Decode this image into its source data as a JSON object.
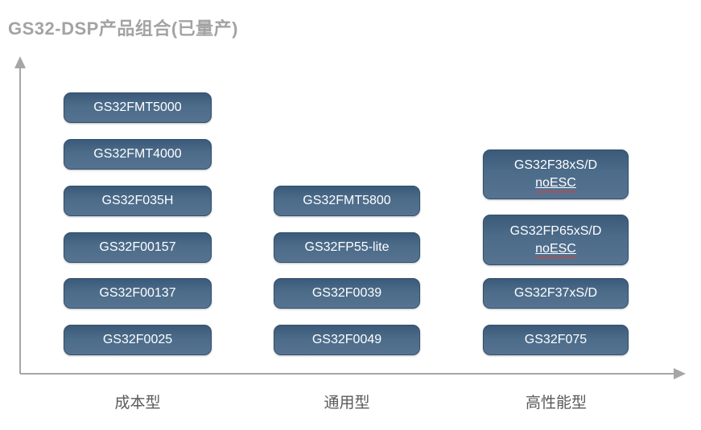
{
  "title": "GS32-DSP产品组合(已量产)",
  "colors": {
    "title_text": "#a3a3a3",
    "axis": "#a6a6a6",
    "box_gradient_top": "#3b5a79",
    "box_gradient_bottom": "#567391",
    "box_border": "#31506c",
    "box_text": "#ffffff",
    "category_text": "#5a5a5a",
    "spellcheck_wave": "#e03c31"
  },
  "columns": [
    {
      "label": "成本型",
      "boxes": [
        {
          "line1": "GS32FMT5000"
        },
        {
          "line1": "GS32FMT4000"
        },
        {
          "line1": "GS32F035H"
        },
        {
          "line1": "GS32F00157"
        },
        {
          "line1": "GS32F00137"
        },
        {
          "line1": "GS32F0025"
        }
      ]
    },
    {
      "label": "通用型",
      "boxes": [
        {
          "line1": "GS32FMT5800"
        },
        {
          "line1": "GS32FP55-lite"
        },
        {
          "line1": "GS32F0039"
        },
        {
          "line1": "GS32F0049"
        }
      ]
    },
    {
      "label": "高性能型",
      "boxes": [
        {
          "line1": "GS32F38xS/D",
          "line2": "noESC"
        },
        {
          "line1": "GS32FP65xS/D",
          "line2": "noESC"
        },
        {
          "line1": "GS32F37xS/D"
        },
        {
          "line1": "GS32F075"
        }
      ]
    }
  ]
}
